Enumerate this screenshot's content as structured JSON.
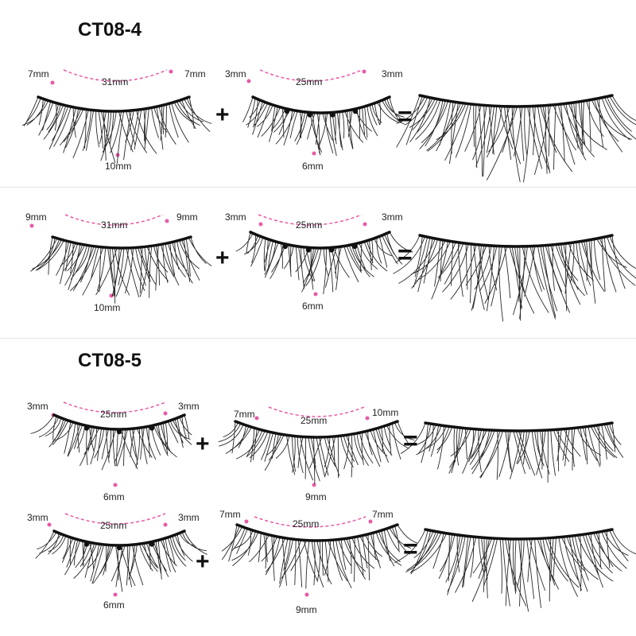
{
  "colors": {
    "accent": "#e85aa6",
    "lash": "#111111",
    "background": "#ffffff"
  },
  "sections": [
    {
      "title": "CT08-4",
      "rows": [
        {
          "left": {
            "side": "7mm",
            "width": "31mm",
            "side2": "7mm",
            "center": "10mm"
          },
          "right": {
            "side": "3mm",
            "width": "25mm",
            "side2": "3mm",
            "center": "6mm"
          },
          "plus": "+",
          "equals": "="
        },
        {
          "left": {
            "side": "9mm",
            "width": "31mm",
            "side2": "9mm",
            "center": "10mm"
          },
          "right": {
            "side": "3mm",
            "width": "25mm",
            "side2": "3mm",
            "center": "6mm"
          },
          "plus": "+",
          "equals": "="
        }
      ]
    },
    {
      "title": "CT08-5",
      "rows": [
        {
          "left": {
            "side": "3mm",
            "width": "25mm",
            "side2": "3mm",
            "center": "6mm"
          },
          "right": {
            "side": "7mm",
            "width": "25mm",
            "side2": "10mm",
            "center": "9mm"
          },
          "plus": "+",
          "equals": "="
        },
        {
          "left": {
            "side": "3mm",
            "width": "25mm",
            "side2": "3mm",
            "center": "6mm"
          },
          "right": {
            "side": "7mm",
            "width": "25mm",
            "side2": "7mm",
            "center": "9mm"
          },
          "plus": "+",
          "equals": "="
        }
      ]
    }
  ]
}
